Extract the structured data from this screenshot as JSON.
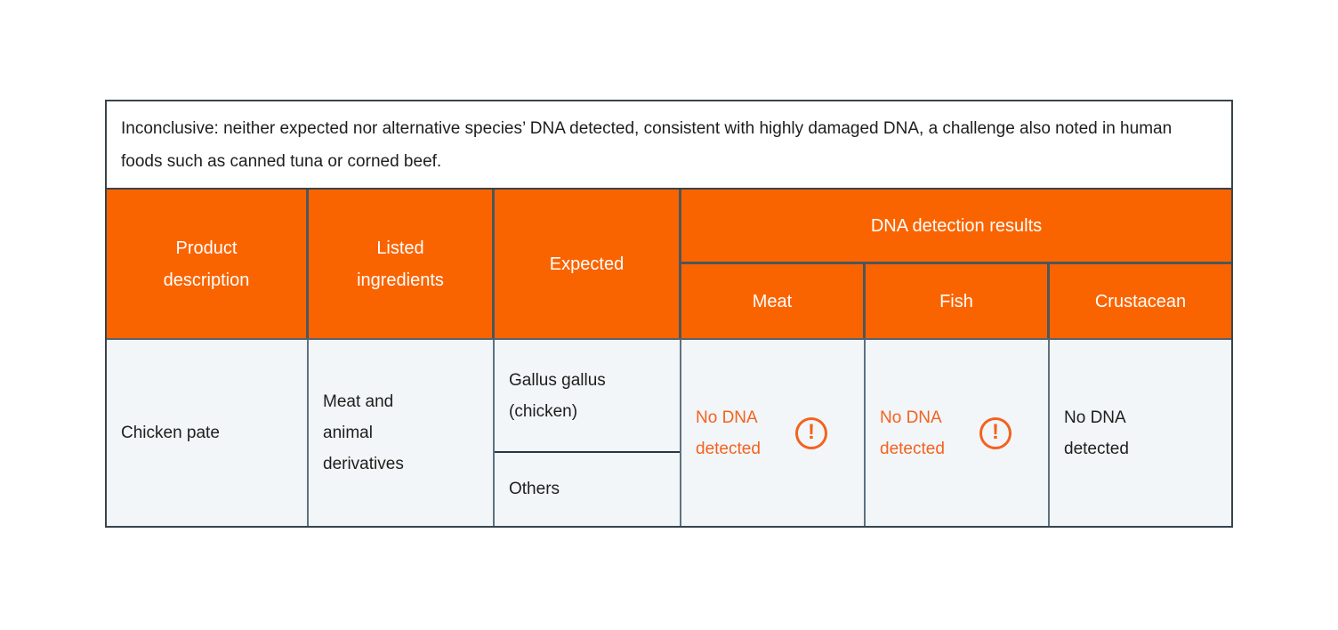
{
  "note": {
    "text": "Inconclusive: neither expected nor alternative species’ DNA detected, consistent with highly damaged DNA, a challenge also noted in human foods such as canned tuna or corned beef."
  },
  "header": {
    "product": "Product description",
    "listed": "Listed ingredients",
    "expected": "Expected",
    "dna_group": "DNA detection results",
    "meat": "Meat",
    "fish": "Fish",
    "crustacean": "Crustacean"
  },
  "row": {
    "product": "Chicken pate",
    "listed": "Meat and animal derivatives",
    "expected_primary": "Gallus gallus (chicken)",
    "expected_secondary": "Others",
    "meat": {
      "text": "No DNA detected",
      "warning": true
    },
    "fish": {
      "text": "No DNA detected",
      "warning": true
    },
    "crustacean": {
      "text": "No DNA detected",
      "warning": false
    }
  },
  "icons": {
    "warning_glyph": "!",
    "warning_name": "exclamation-circle"
  },
  "colors": {
    "header_orange": "#FA6400",
    "result_orange": "#F4621E",
    "body_bg": "#F2F6F9",
    "border_dark": "#37444C",
    "text_dark": "#1E1E1C"
  }
}
